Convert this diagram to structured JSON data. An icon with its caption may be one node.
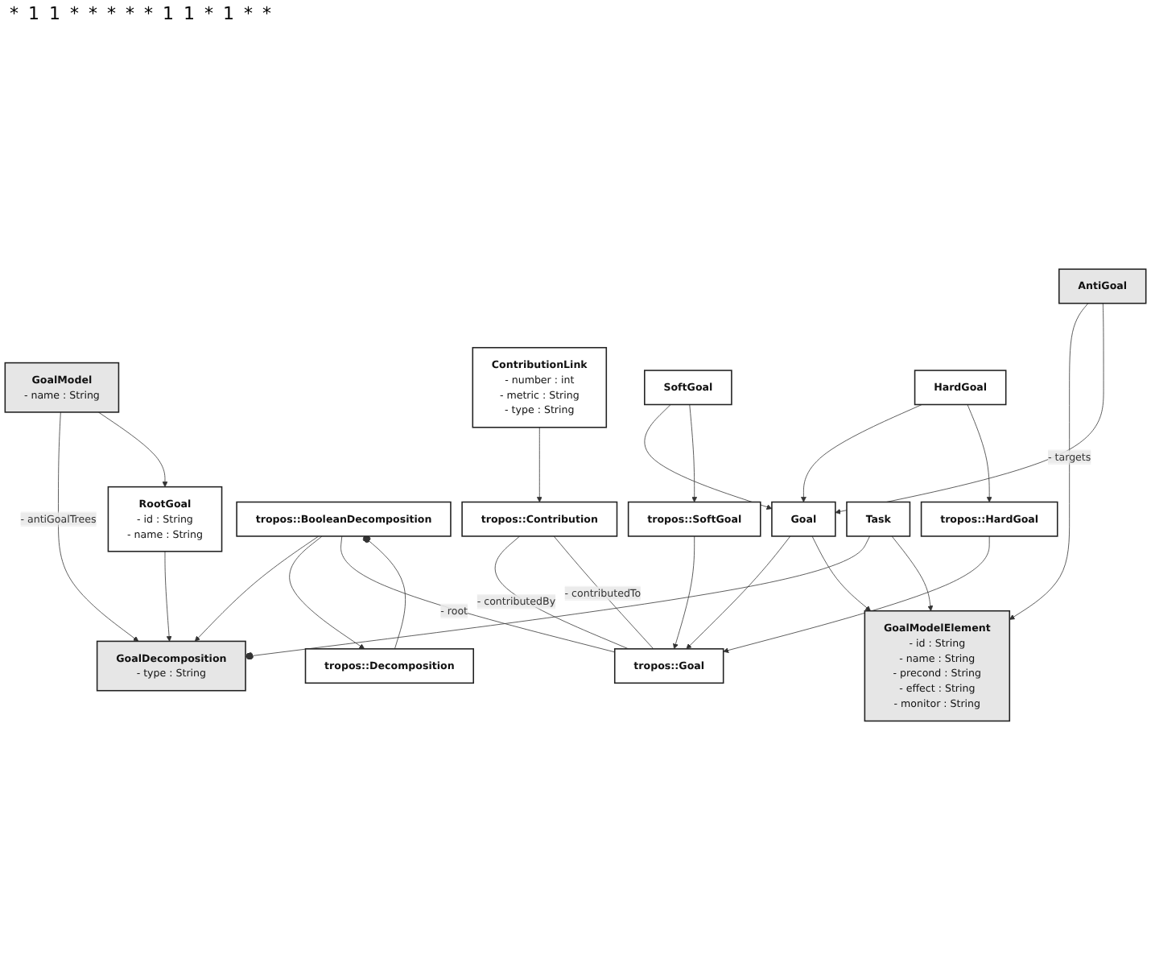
{
  "diagram": {
    "nodes": [
      {
        "text": [
          "GoalModel",
          "- name : String"
        ]
      },
      {
        "text": [
          "RootGoal",
          "- id : String",
          "- name : String"
        ]
      },
      {
        "text": [
          "GoalDecomposition",
          "- type : String"
        ]
      },
      {
        "text": [
          "tropos::Contribution"
        ]
      },
      {
        "text": [
          "tropos::BooleanDecomposition"
        ]
      },
      {
        "text": [
          "tropos::Decomposition"
        ]
      },
      {
        "text": [
          "tropos::Goal"
        ]
      },
      {
        "text": [
          "GoalModelElement",
          "- id : String",
          "- name : String",
          "- precond : String",
          "- effect : String",
          "- monitor : String"
        ]
      },
      {
        "text": [
          "Task"
        ]
      },
      {
        "text": [
          "ContributionLink",
          "- number : int",
          "- metric : String",
          "- type : String"
        ]
      },
      {
        "text": [
          "Goal"
        ]
      },
      {
        "text": [
          "tropos::HardGoal"
        ]
      },
      {
        "text": [
          "tropos::SoftGoal"
        ]
      },
      {
        "text": [
          "SoftGoal"
        ]
      },
      {
        "text": [
          "HardGoal"
        ]
      },
      {
        "text": [
          "AntiGoal"
        ]
      }
    ],
    "edges": [
      {
        "from": 0,
        "to": 2,
        "arrow": "to",
        "label": "- antiGoalTrees"
      },
      {
        "from": 0,
        "to": 1,
        "arrow": "to"
      },
      {
        "from": 1,
        "to": 2,
        "arrow": "to"
      },
      {
        "from": 4,
        "to": 2,
        "arrow": "to"
      },
      {
        "from": 2,
        "to": 8,
        "arrow": "other"
      },
      {
        "from": 4,
        "to": 5,
        "arrow": "to"
      },
      {
        "from": 4,
        "to": 5,
        "arrow": "other"
      },
      {
        "from": 4,
        "to": 6,
        "arrow": "none",
        "label": "- root"
      },
      {
        "from": 3,
        "to": 6,
        "arrow": "none",
        "label": "- contributedBy"
      },
      {
        "from": 3,
        "to": 6,
        "arrow": "none",
        "label": "- contributedTo"
      },
      {
        "from": 9,
        "to": 3,
        "arrow": "to"
      },
      {
        "from": 10,
        "to": 6,
        "arrow": "to"
      },
      {
        "from": 10,
        "to": 7,
        "arrow": "to"
      },
      {
        "from": 8,
        "to": 7,
        "arrow": "to"
      },
      {
        "from": 15,
        "to": 7,
        "arrow": "to",
        "label": "- targets"
      },
      {
        "from": 11,
        "to": 6,
        "arrow": "to"
      },
      {
        "from": 12,
        "to": 6,
        "arrow": "to"
      },
      {
        "from": 13,
        "to": 10,
        "arrow": "to"
      },
      {
        "from": 14,
        "to": 10,
        "arrow": "to"
      },
      {
        "from": 15,
        "to": 10,
        "arrow": "to"
      },
      {
        "from": 13,
        "to": 12,
        "arrow": "to"
      },
      {
        "from": 14,
        "to": 11,
        "arrow": "to"
      }
    ],
    "labels": [
      "*",
      "1",
      "1",
      "*",
      "*",
      "*",
      "*",
      "*",
      "1",
      "1",
      "*",
      "1",
      "*",
      "*"
    ]
  }
}
